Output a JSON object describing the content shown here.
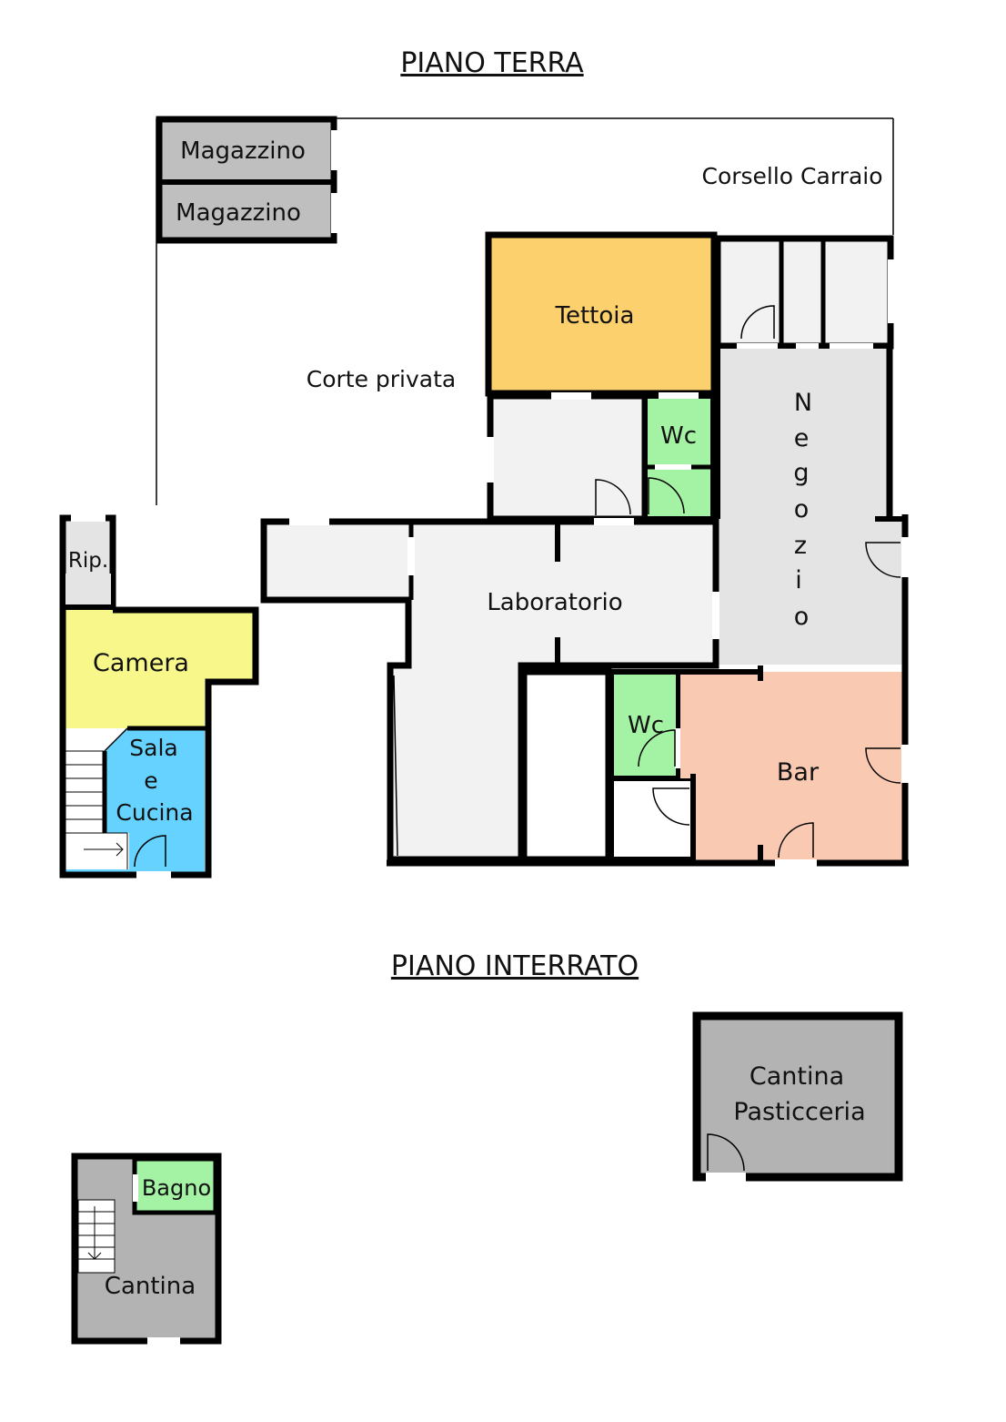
{
  "titles": {
    "ground_floor": "PIANO TERRA",
    "basement": "PIANO INTERRATO"
  },
  "colors": {
    "wall": "#000000",
    "storage_grey": "#bfbfbf",
    "light_grey": "#f2f2f2",
    "tettoia": "#fcd06d",
    "wc_green": "#a4f2a4",
    "camera_yellow": "#f8f88a",
    "sala_blue": "#66d2ff",
    "bar_salmon": "#f9c9b2",
    "cantina_grey": "#b3b3b3"
  },
  "labels": {
    "magazzino_1": "Magazzino",
    "magazzino_2": "Magazzino",
    "corsello": "Corsello Carraio",
    "tettoia": "Tettoia",
    "corte": "Corte privata",
    "wc_upper": "Wc",
    "negozio_letters": [
      "N",
      "e",
      "g",
      "o",
      "z",
      "i",
      "o"
    ],
    "rip": "Rip.",
    "laboratorio": "Laboratorio",
    "camera": "Camera",
    "sala_lines": [
      "Sala",
      "e",
      "Cucina"
    ],
    "wc_lower": "Wc",
    "bar": "Bar",
    "cantina_pasticceria_lines": [
      "Cantina",
      "Pasticceria"
    ],
    "bagno": "Bagno",
    "cantina": "Cantina"
  }
}
